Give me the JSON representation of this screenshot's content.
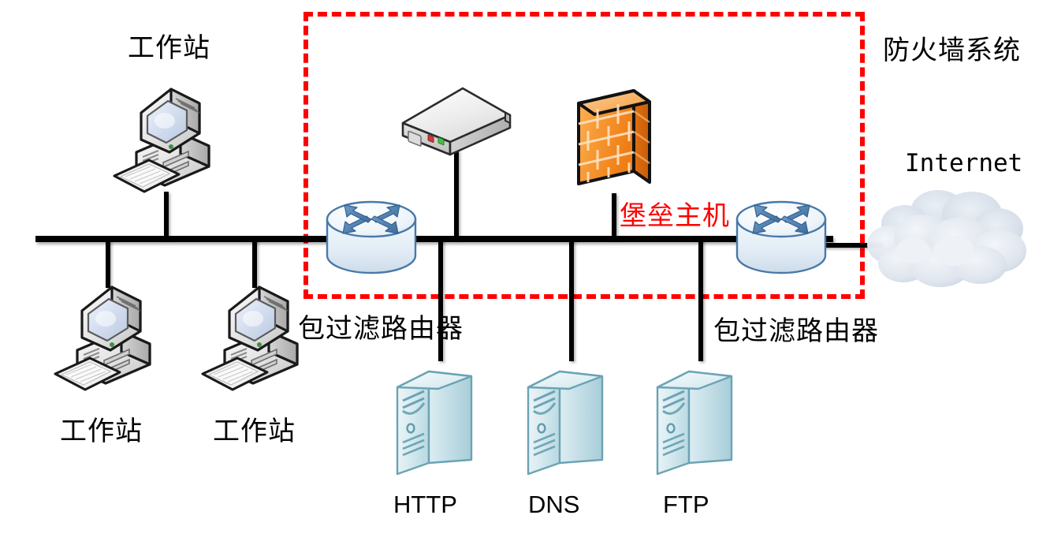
{
  "diagram": {
    "title": "Firewall network topology",
    "colors": {
      "zone_border": "#ff0000",
      "bastion_label": "#ff0000",
      "link": "#000000",
      "router_fill": "#eaf1f8",
      "router_stroke": "#36618e",
      "router_arrow": "#4a7ab0",
      "firewall_orange": "#f2891e",
      "server_fill": "#cfe5ec",
      "server_stroke": "#5a97a8",
      "cloud_fill": "#dde3ec",
      "workstation_fill": "#e8e8e8"
    }
  },
  "labels": {
    "zone": "防火墙系统",
    "internet": "Internet",
    "bastion_host": "堡垒主机",
    "router_left": "包过滤路由器",
    "router_right": "包过滤路由器",
    "workstation_top": "工作站",
    "workstation_bottom_left": "工作站",
    "workstation_bottom_right": "工作站",
    "server_http": "HTTP",
    "server_dns": "DNS",
    "server_ftp": "FTP"
  },
  "nodes": [
    {
      "id": "workstation-top",
      "kind": "workstation",
      "label": "工作站"
    },
    {
      "id": "workstation-left",
      "kind": "workstation",
      "label": "工作站"
    },
    {
      "id": "workstation-right",
      "kind": "workstation",
      "label": "工作站"
    },
    {
      "id": "router-left",
      "kind": "router",
      "label": "包过滤路由器"
    },
    {
      "id": "modem",
      "kind": "modem",
      "label": ""
    },
    {
      "id": "bastion",
      "kind": "firewall",
      "label": "堡垒主机"
    },
    {
      "id": "router-right",
      "kind": "router",
      "label": "包过滤路由器"
    },
    {
      "id": "internet-cloud",
      "kind": "cloud",
      "label": "Internet"
    },
    {
      "id": "server-http",
      "kind": "server",
      "label": "HTTP"
    },
    {
      "id": "server-dns",
      "kind": "server",
      "label": "DNS"
    },
    {
      "id": "server-ftp",
      "kind": "server",
      "label": "FTP"
    }
  ]
}
